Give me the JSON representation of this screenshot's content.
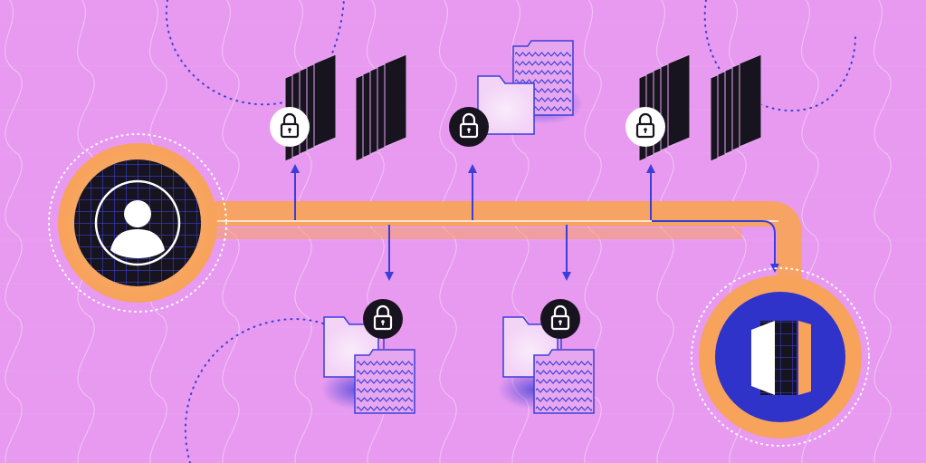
{
  "illustration": {
    "colors": {
      "background": "#e79aef",
      "wave_lines": "#f2c6f6",
      "orange_path": "#f7a35c",
      "arrow_blue": "#3b3fd8",
      "dark": "#17141f",
      "white": "#ffffff",
      "logo_circle": "#2f33c9",
      "folder_fill": "#e6a7ef",
      "folder_outline": "#3b3fd8"
    },
    "nodes": [
      {
        "name": "user-avatar-node",
        "icon": "user-icon"
      },
      {
        "name": "destination-logo-node",
        "icon": "logo-icon"
      }
    ],
    "branch_groups": [
      {
        "name": "upper-group-1",
        "direction": "up",
        "content": "document-stacks",
        "lock_style": "white"
      },
      {
        "name": "upper-group-2",
        "direction": "up",
        "content": "folder-pair",
        "lock_style": "dark"
      },
      {
        "name": "upper-group-3",
        "direction": "up",
        "content": "document-stacks",
        "lock_style": "white"
      },
      {
        "name": "lower-group-1",
        "direction": "down",
        "content": "folder-pair",
        "lock_style": "dark"
      },
      {
        "name": "lower-group-2",
        "direction": "down",
        "content": "folder-pair",
        "lock_style": "dark"
      }
    ]
  }
}
